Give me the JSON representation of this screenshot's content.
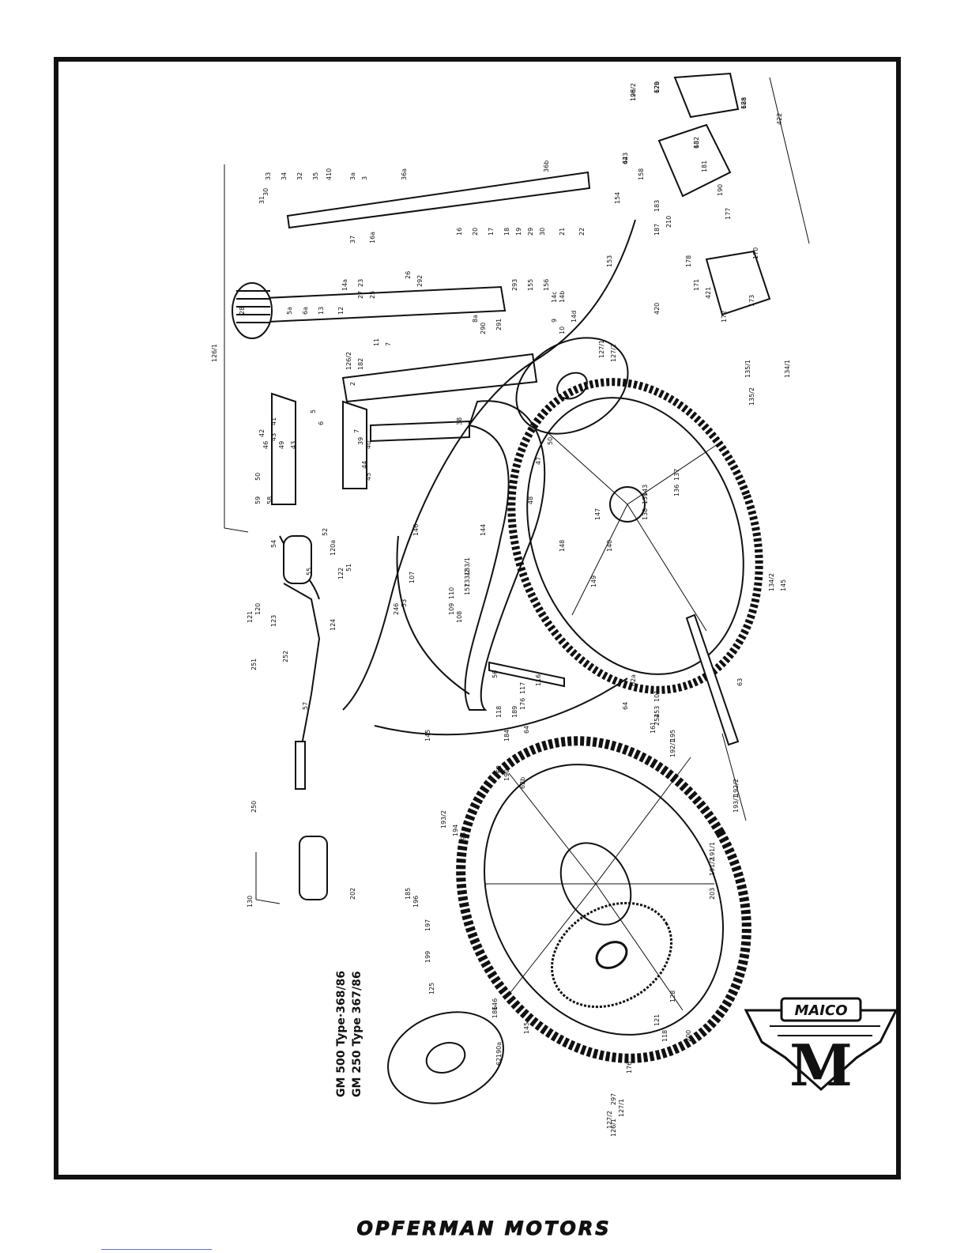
{
  "diagram": {
    "models": [
      "GM  500 Type·368/86",
      "GM  250 Type 367/86"
    ],
    "logo_text": "MAICO",
    "logo_letter": "M",
    "part_labels": [
      "198",
      "179",
      "188",
      "423",
      "182",
      "158",
      "181",
      "190",
      "183",
      "210",
      "177",
      "187",
      "178",
      "170",
      "171",
      "421",
      "173",
      "172",
      "420",
      "422",
      "154",
      "153",
      "31",
      "33",
      "34",
      "32",
      "35",
      "410",
      "3a",
      "3",
      "36a",
      "36b",
      "30",
      "37",
      "16a",
      "16",
      "20",
      "17",
      "18",
      "19",
      "29",
      "30",
      "21",
      "22",
      "23",
      "25",
      "26",
      "292",
      "293",
      "155",
      "156",
      "14c",
      "14b",
      "14a",
      "27",
      "28",
      "5a",
      "6a",
      "13",
      "12",
      "11",
      "7",
      "8a",
      "290",
      "291",
      "9",
      "10",
      "14d",
      "127/1",
      "127/2",
      "126/1",
      "126/2",
      "182",
      "2",
      "5",
      "6",
      "7",
      "38",
      "39",
      "40",
      "44",
      "45",
      "41",
      "42",
      "43",
      "46",
      "49",
      "43",
      "50",
      "59",
      "58",
      "50",
      "47",
      "48",
      "147",
      "148",
      "149",
      "140",
      "143",
      "139",
      "138",
      "137",
      "136",
      "135/1",
      "135/2",
      "134/1",
      "134/2",
      "145",
      "146",
      "144",
      "133/1",
      "133/2",
      "157",
      "107",
      "110",
      "109",
      "108",
      "246",
      "53",
      "54",
      "55",
      "52",
      "51",
      "120a",
      "122",
      "120",
      "123",
      "121",
      "124",
      "251",
      "252",
      "250",
      "130",
      "57",
      "56",
      "118",
      "117",
      "116",
      "189",
      "176",
      "184",
      "64",
      "62",
      "190",
      "62b",
      "145",
      "62a",
      "63",
      "64",
      "101",
      "253",
      "254",
      "161",
      "195",
      "192/1",
      "192/2",
      "193/1",
      "193/2",
      "194",
      "195",
      "191/1",
      "191/2",
      "203",
      "202",
      "185",
      "196",
      "197",
      "199",
      "125",
      "128",
      "121",
      "118",
      "200",
      "145",
      "146",
      "186",
      "190a",
      "62",
      "176",
      "297",
      "127/1",
      "127/2",
      "126/1",
      "126/2",
      "62b",
      "62a",
      "64",
      "63"
    ]
  },
  "footer": {
    "brand": "OPFERMAN MOTORS"
  }
}
